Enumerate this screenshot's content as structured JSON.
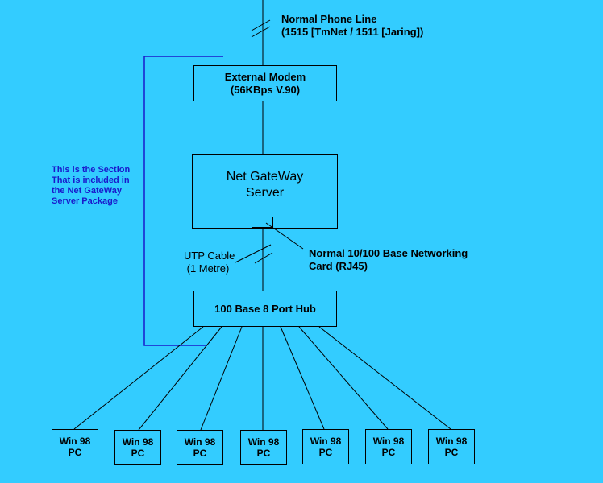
{
  "colors": {
    "background": "#33ccff",
    "line": "#000000",
    "section_outline": "#1a1acc"
  },
  "phone_line": {
    "line1": "Normal Phone Line",
    "line2": "(1515 [TmNet / 1511 [Jaring])"
  },
  "modem": {
    "line1": "External Modem",
    "line2": "(56KBps V.90)"
  },
  "server": {
    "line1": "Net GateWay",
    "line2": "Server"
  },
  "nic_label": {
    "line1": "Normal 10/100 Base Networking",
    "line2": "Card (RJ45)"
  },
  "cable_label": {
    "line1": "UTP Cable",
    "line2": " (1 Metre)"
  },
  "hub": {
    "label": "100 Base 8 Port Hub"
  },
  "section_note": {
    "text": "This is the Section\nThat is included in\nthe Net GateWay\nServer Package"
  },
  "pcs": [
    {
      "line1": "Win 98",
      "line2": "PC"
    },
    {
      "line1": "Win 98",
      "line2": "PC"
    },
    {
      "line1": "Win 98",
      "line2": "PC"
    },
    {
      "line1": "Win 98",
      "line2": "PC"
    },
    {
      "line1": "Win 98",
      "line2": "PC"
    },
    {
      "line1": "Win 98",
      "line2": "PC"
    },
    {
      "line1": "Win 98",
      "line2": "PC"
    }
  ]
}
